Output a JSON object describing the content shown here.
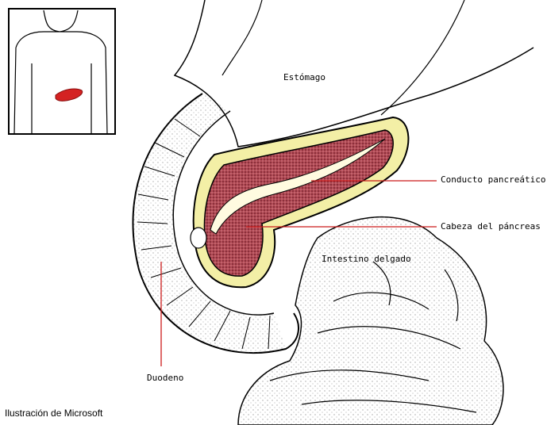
{
  "labels": {
    "stomach": "Estómago",
    "pancreatic_duct": "Conducto pancreático",
    "pancreas_head": "Cabeza del páncreas",
    "small_intestine": "Intestino delgado",
    "duodenum": "Duodeno"
  },
  "credit": "Ilustración de Microsoft",
  "colors": {
    "pancreas": "#c2626b",
    "pancreas_dark": "#8a2a33",
    "duct": "#fffbe0",
    "fat_layer": "#f3efa6",
    "leader_line": "#cc1b1b",
    "inset_organ": "#d42222",
    "outline": "#000000"
  }
}
